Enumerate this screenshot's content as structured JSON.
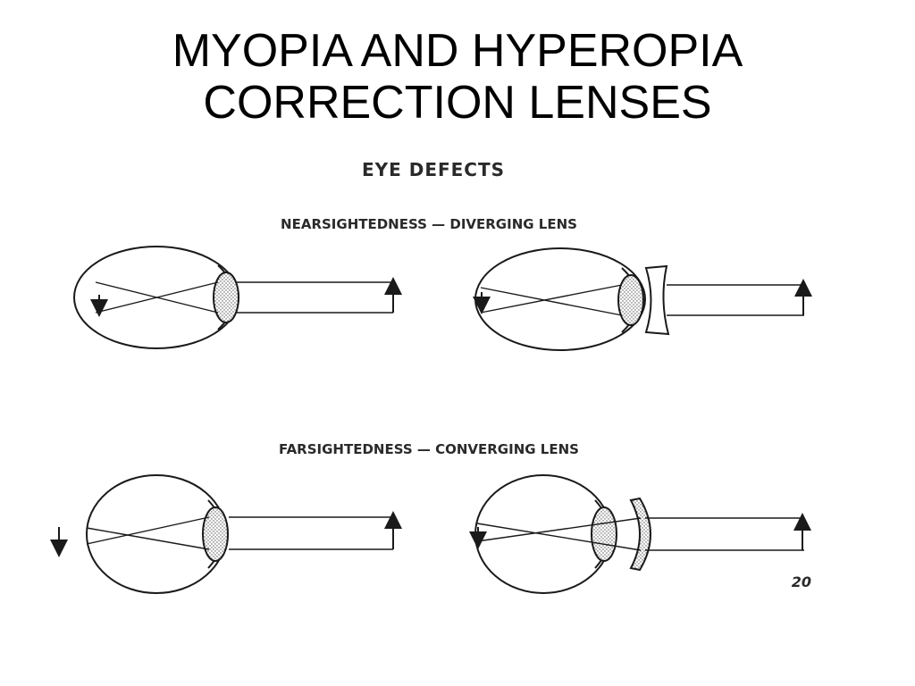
{
  "slide": {
    "title_line1": "MYOPIA AND HYPEROPIA",
    "title_line2": "CORRECTION LENSES"
  },
  "figure": {
    "heading": "EYE DEFECTS",
    "nearsightedness_caption": "NEARSIGHTEDNESS — DIVERGING LENS",
    "farsightedness_caption": "FARSIGHTEDNESS — CONVERGING LENS",
    "page_number": "20"
  },
  "colors": {
    "ink": "#1a1a1a",
    "lens_stipple": "#d4d4d4",
    "background": "#ffffff"
  }
}
